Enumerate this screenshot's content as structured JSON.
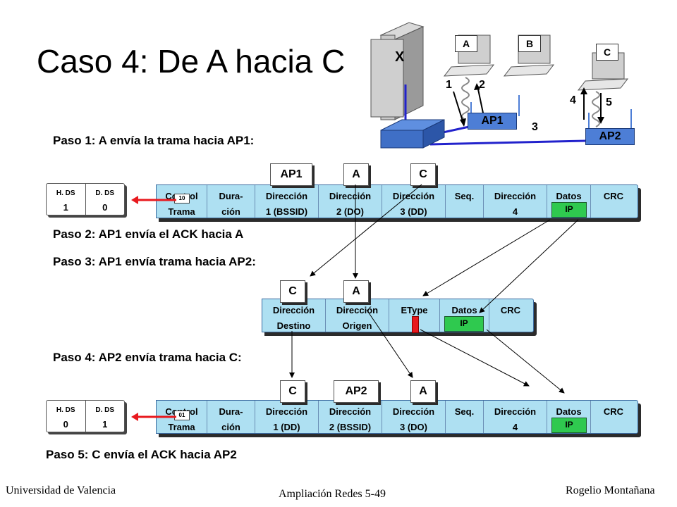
{
  "title": "Caso 4: De A hacia C",
  "steps": {
    "s1": "Paso 1: A envía la trama hacia AP1:",
    "s2": "Paso 2: AP1 envía el ACK hacia A",
    "s3": "Paso 3: AP1 envía trama hacia AP2:",
    "s4": "Paso 4: AP2 envía trama hacia C:",
    "s5": "Paso 5: C envía el ACK hacia AP2"
  },
  "network": {
    "server_label": "X",
    "pc_a": "A",
    "pc_b": "B",
    "pc_c": "C",
    "ap1": "AP1",
    "ap2": "AP2",
    "n1": "1",
    "n2": "2",
    "n3": "3",
    "n4": "4",
    "n5": "5"
  },
  "frame1": {
    "ds": {
      "h_label": "H. DS",
      "d_label": "D. DS",
      "h_val": "1",
      "d_val": "0",
      "bits": "10"
    },
    "fields": [
      {
        "l1": "Control",
        "l2": "Trama"
      },
      {
        "l1": "Dura-",
        "l2": "ción"
      },
      {
        "l1": "Dirección",
        "l2": "1 (BSSID)"
      },
      {
        "l1": "Dirección",
        "l2": "2 (DO)"
      },
      {
        "l1": "Dirección",
        "l2": "3 (DD)"
      },
      {
        "l1": "Seq.",
        "l2": ""
      },
      {
        "l1": "Dirección",
        "l2": "4"
      },
      {
        "l1": "Datos",
        "l2": ""
      },
      {
        "l1": "CRC",
        "l2": ""
      }
    ],
    "ip": "IP",
    "tags": [
      "AP1",
      "A",
      "C"
    ]
  },
  "frame2": {
    "fields": [
      {
        "l1": "Dirección",
        "l2": "Destino"
      },
      {
        "l1": "Dirección",
        "l2": "Origen"
      },
      {
        "l1": "EType",
        "l2": ""
      },
      {
        "l1": "Datos",
        "l2": ""
      },
      {
        "l1": "CRC",
        "l2": ""
      }
    ],
    "ip": "IP",
    "tags": [
      "C",
      "A"
    ]
  },
  "frame3": {
    "ds": {
      "h_label": "H. DS",
      "d_label": "D. DS",
      "h_val": "0",
      "d_val": "1",
      "bits": "01"
    },
    "fields": [
      {
        "l1": "Control",
        "l2": "Trama"
      },
      {
        "l1": "Dura-",
        "l2": "ción"
      },
      {
        "l1": "Dirección",
        "l2": "1 (DD)"
      },
      {
        "l1": "Dirección",
        "l2": "2 (BSSID)"
      },
      {
        "l1": "Dirección",
        "l2": "3 (DO)"
      },
      {
        "l1": "Seq.",
        "l2": ""
      },
      {
        "l1": "Dirección",
        "l2": "4"
      },
      {
        "l1": "Datos",
        "l2": ""
      },
      {
        "l1": "CRC",
        "l2": ""
      }
    ],
    "ip": "IP",
    "tags": [
      "C",
      "AP2",
      "A"
    ]
  },
  "footer": {
    "left": "Universidad de Valencia",
    "center": "Ampliación Redes 5-49",
    "right": "Rogelio Montañana"
  }
}
